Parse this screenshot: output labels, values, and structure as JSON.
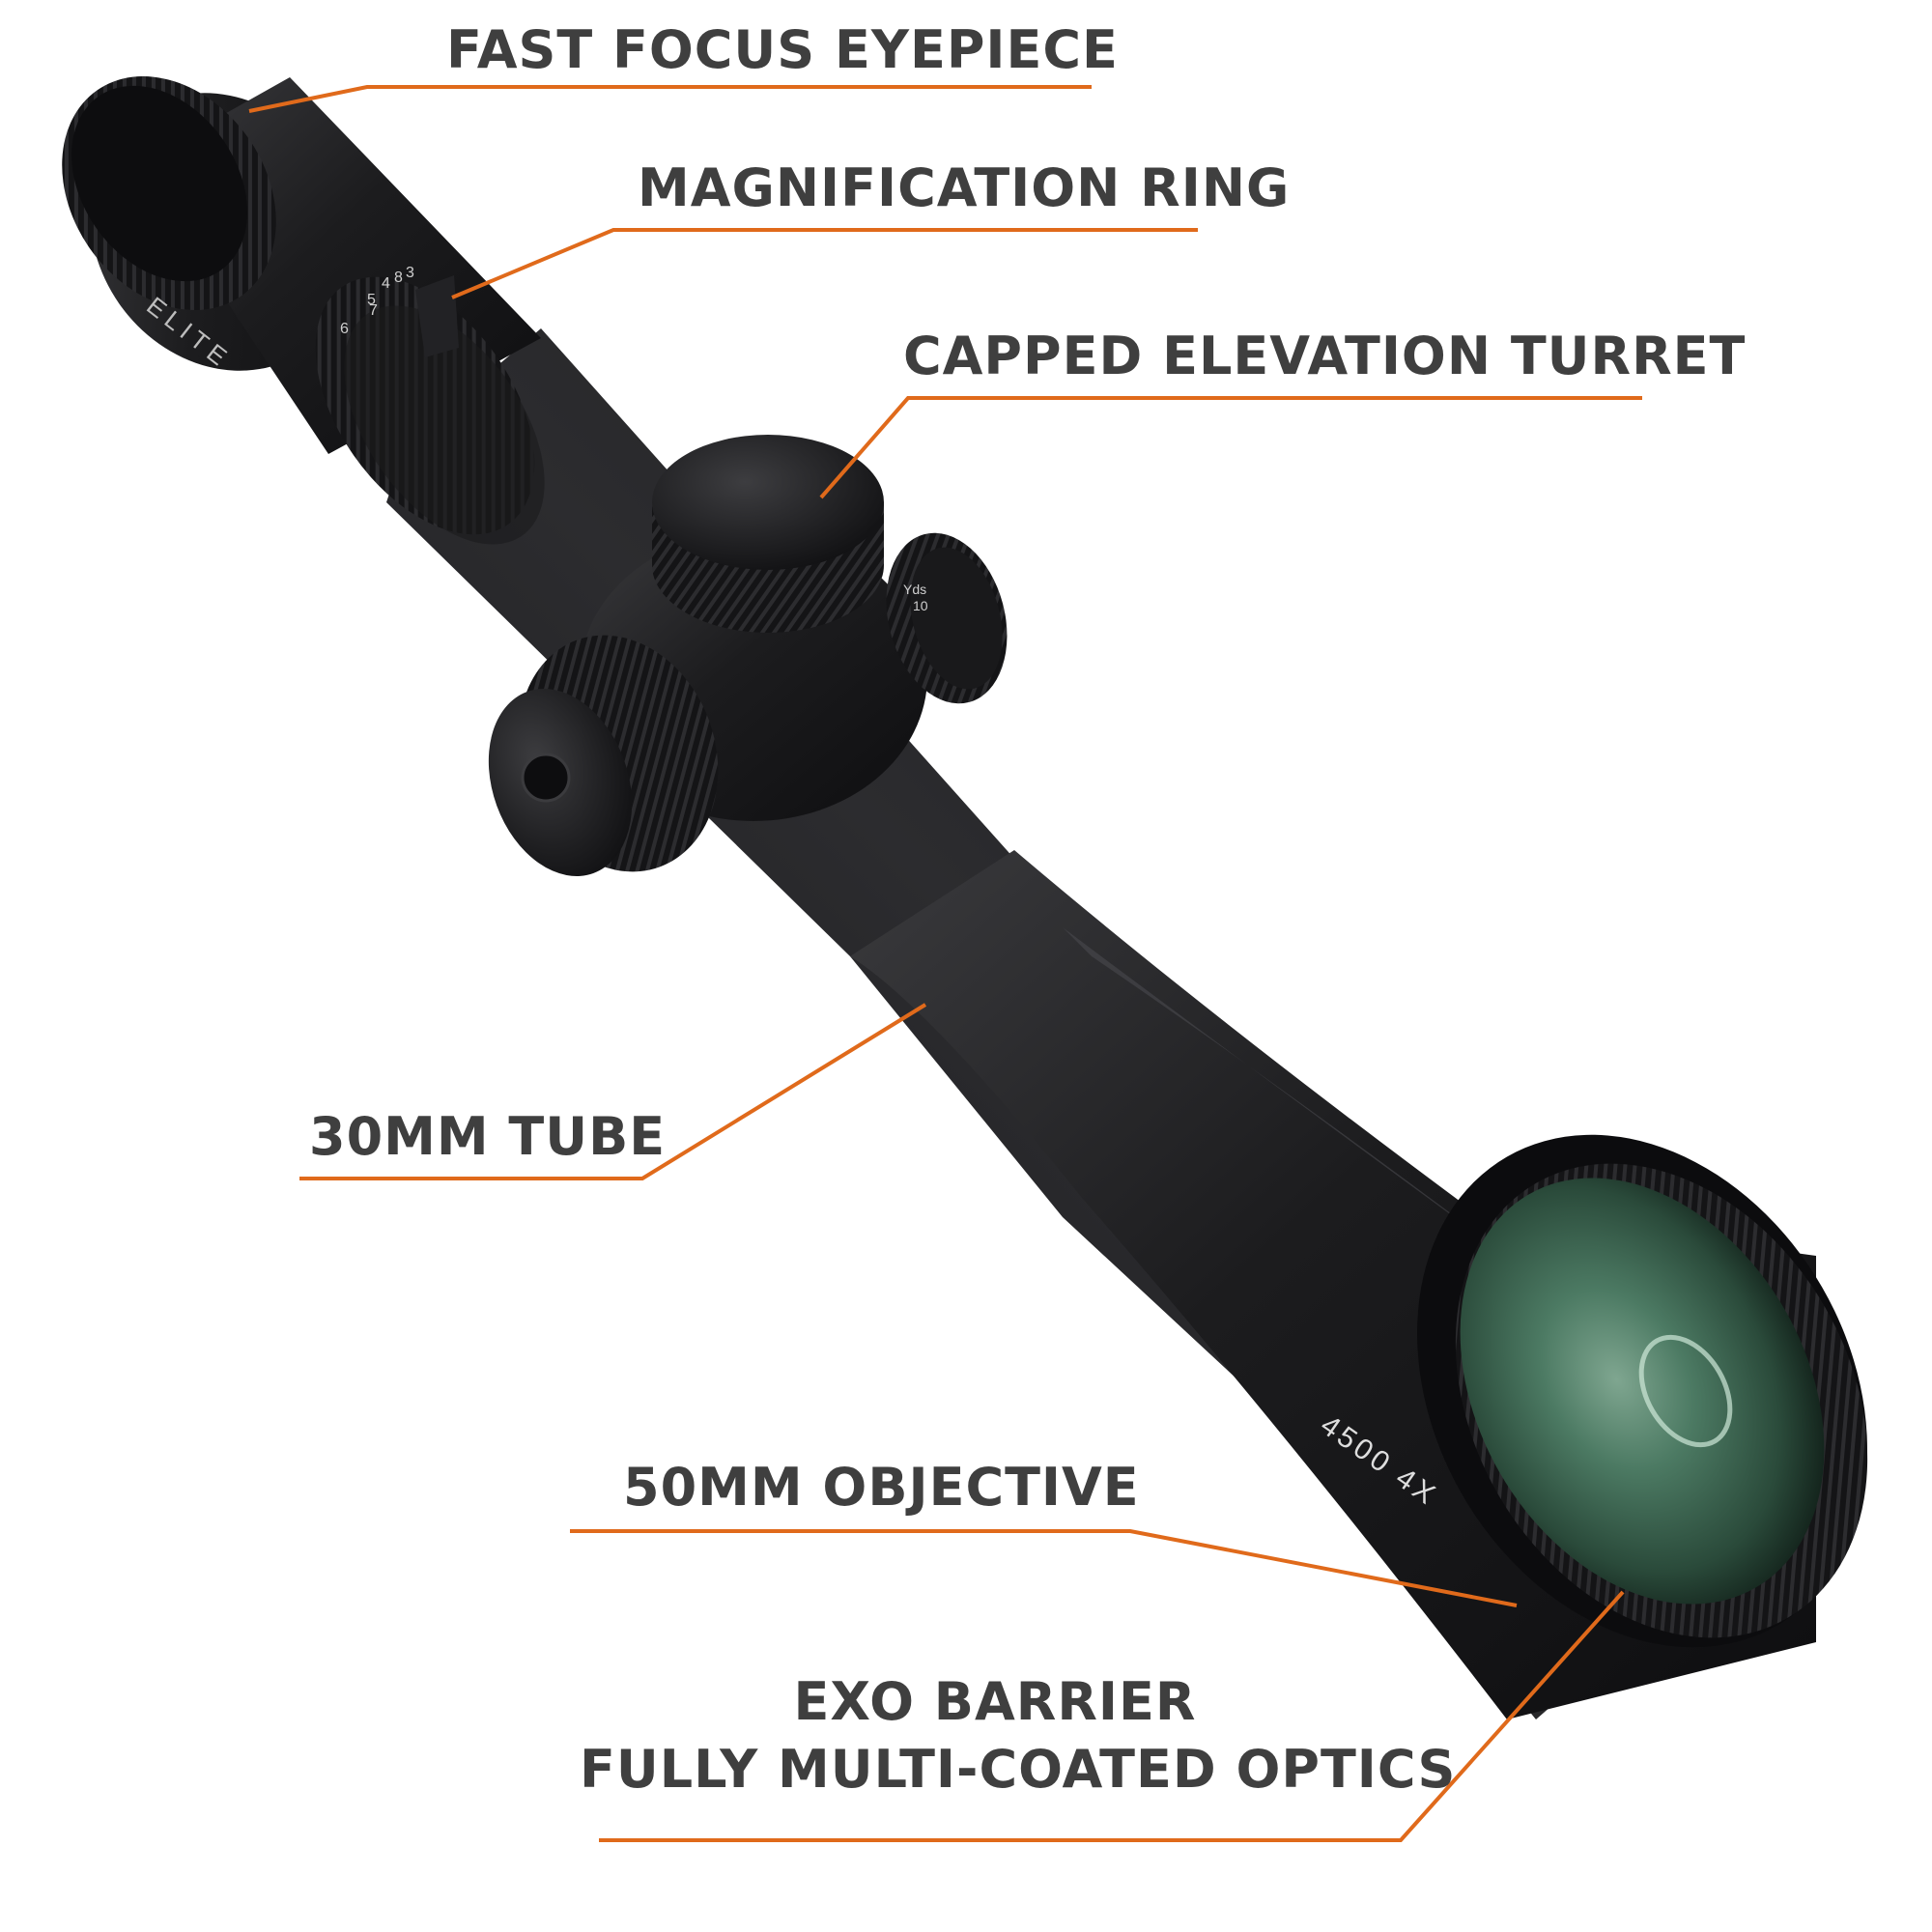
{
  "colors": {
    "leader_line": "#e06a1b",
    "label_text": "#3f3f3f",
    "scope_body": "#1b1b1d",
    "lens": "#2f5a46"
  },
  "callouts": {
    "eyepiece": "FAST FOCUS EYEPIECE",
    "magnification": "MAGNIFICATION RING",
    "turret": "CAPPED ELEVATION TURRET",
    "tube": "30MM TUBE",
    "objective": "50MM OBJECTIVE",
    "coating_line1": "EXO BARRIER",
    "coating_line2": "FULLY MULTI-COATED OPTICS"
  },
  "scope_markings": {
    "brand_series": "ELITE",
    "model": "4500 4X",
    "turret_unit": "Yds",
    "turret_value": "10",
    "mag_numbers": [
      "3",
      "4",
      "5",
      "6",
      "7",
      "8"
    ]
  }
}
